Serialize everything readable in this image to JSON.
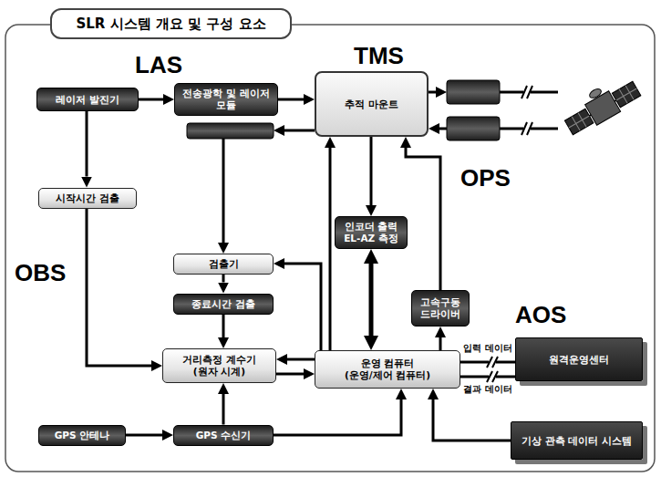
{
  "diagram": {
    "title": "SLR 시스템 개요 및 구성 요소",
    "nodes": [
      {
        "text": [
          "레이저 발진기"
        ]
      },
      {
        "text": [
          "전송광학 및 레이저 모듈"
        ]
      },
      {
        "text": [
          "추적 마운트"
        ]
      },
      {
        "text": [
          "시작시간 검출"
        ]
      },
      {
        "text": [
          "인코더 출력 EL-AZ 측정"
        ]
      },
      {
        "text": [
          "검출기"
        ]
      },
      {
        "text": [
          "종료시간 검출"
        ]
      },
      {
        "text": [
          "고속구동 드라이버"
        ]
      },
      {
        "text": [
          "거리측정 계수기",
          "(원자 시계)"
        ]
      },
      {
        "text": [
          "운영 컴퓨터",
          "(운영/제어 컴퓨터)"
        ]
      },
      {
        "text": [
          "원격운영센터"
        ]
      },
      {
        "text": [
          "GPS 안테나"
        ]
      },
      {
        "text": [
          "GPS 수신기"
        ]
      },
      {
        "text": [
          "기상 관측 데이터 시스템"
        ]
      }
    ],
    "edges": [
      {
        "from": 0,
        "to": 1,
        "arrow": "to"
      },
      {
        "from": 1,
        "to": 2,
        "arrow": "to"
      },
      {
        "from": 0,
        "to": 3,
        "arrow": "to"
      },
      {
        "from": 3,
        "to": 8,
        "arrow": "to"
      },
      {
        "from": 5,
        "to": 6,
        "arrow": "to"
      },
      {
        "from": 6,
        "to": 8,
        "arrow": "to"
      },
      {
        "from": 11,
        "to": 12,
        "arrow": "to"
      },
      {
        "from": 12,
        "to": 8,
        "arrow": "to"
      },
      {
        "from": 12,
        "to": 9,
        "arrow": "to"
      },
      {
        "from": 9,
        "to": 8,
        "arrow": "to"
      },
      {
        "from": 8,
        "to": 9,
        "arrow": "to"
      },
      {
        "from": 2,
        "to": 4,
        "arrow": "to"
      },
      {
        "from": 4,
        "to": 9,
        "arrow": "both"
      },
      {
        "from": 9,
        "to": 7,
        "arrow": "to"
      },
      {
        "from": 7,
        "to": 2,
        "arrow": "to"
      },
      {
        "from": 9,
        "to": 2,
        "arrow": "to"
      },
      {
        "from": 9,
        "to": 5,
        "arrow": "to"
      },
      {
        "from": 10,
        "to": 9,
        "label": "입력 데이터",
        "arrow": "none"
      },
      {
        "from": 9,
        "to": 10,
        "label": "결과 데이터",
        "arrow": "none"
      },
      {
        "from": 13,
        "to": 9,
        "arrow": "to"
      }
    ],
    "labels": [
      "LAS",
      "TMS",
      "OPS",
      "OBS",
      "AOS"
    ]
  }
}
